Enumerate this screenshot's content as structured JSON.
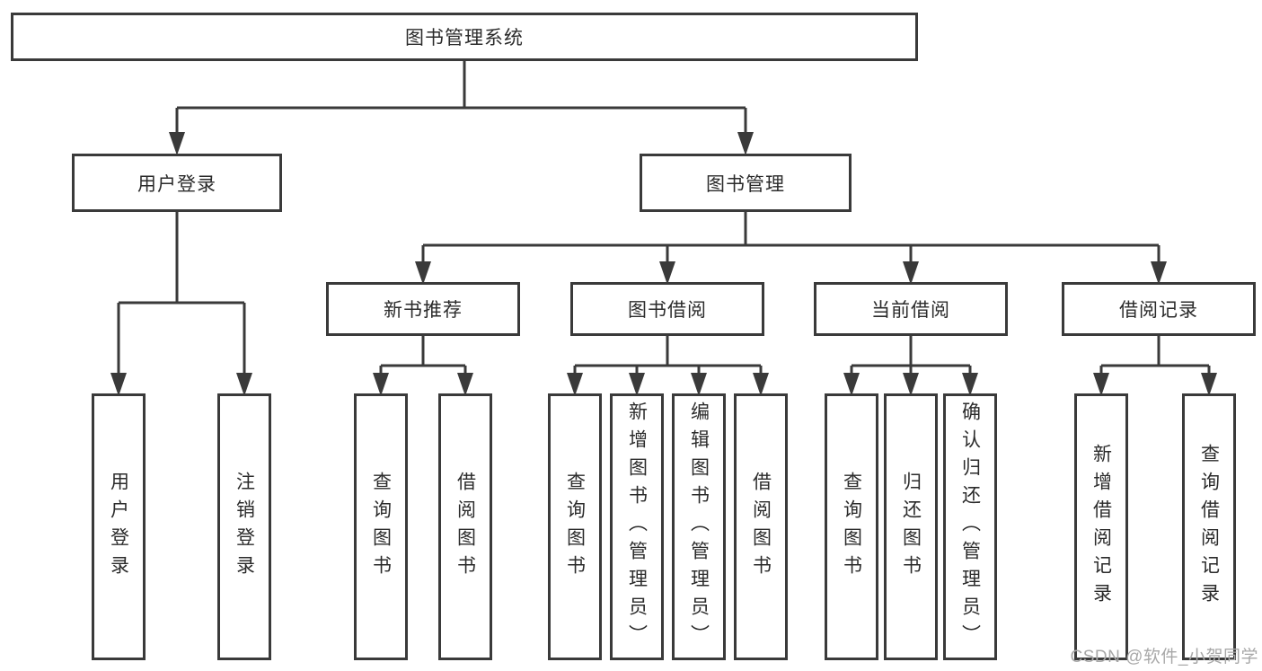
{
  "tree": {
    "label": "图书管理系统",
    "children": [
      {
        "label": "用户登录",
        "children": [
          {
            "label": "用户登录"
          },
          {
            "label": "注销登录"
          }
        ]
      },
      {
        "label": "图书管理",
        "children": [
          {
            "label": "新书推荐",
            "children": [
              {
                "label": "查询图书"
              },
              {
                "label": "借阅图书"
              }
            ]
          },
          {
            "label": "图书借阅",
            "children": [
              {
                "label": "查询图书"
              },
              {
                "label": "新增图书（管理员）"
              },
              {
                "label": "编辑图书（管理员）"
              },
              {
                "label": "借阅图书"
              }
            ]
          },
          {
            "label": "当前借阅",
            "children": [
              {
                "label": "查询图书"
              },
              {
                "label": "归还图书"
              },
              {
                "label": "确认归还（管理员）"
              }
            ]
          },
          {
            "label": "借阅记录",
            "children": [
              {
                "label": "新增借阅记录"
              },
              {
                "label": "查询借阅记录"
              }
            ]
          }
        ]
      }
    ]
  },
  "watermark": {
    "text": "CSDN @软件_小贺同学"
  },
  "colors": {
    "line": "#3a3a3a",
    "text": "#2b2b2b",
    "watermark": "#a8a8a8",
    "background": "#ffffff"
  }
}
